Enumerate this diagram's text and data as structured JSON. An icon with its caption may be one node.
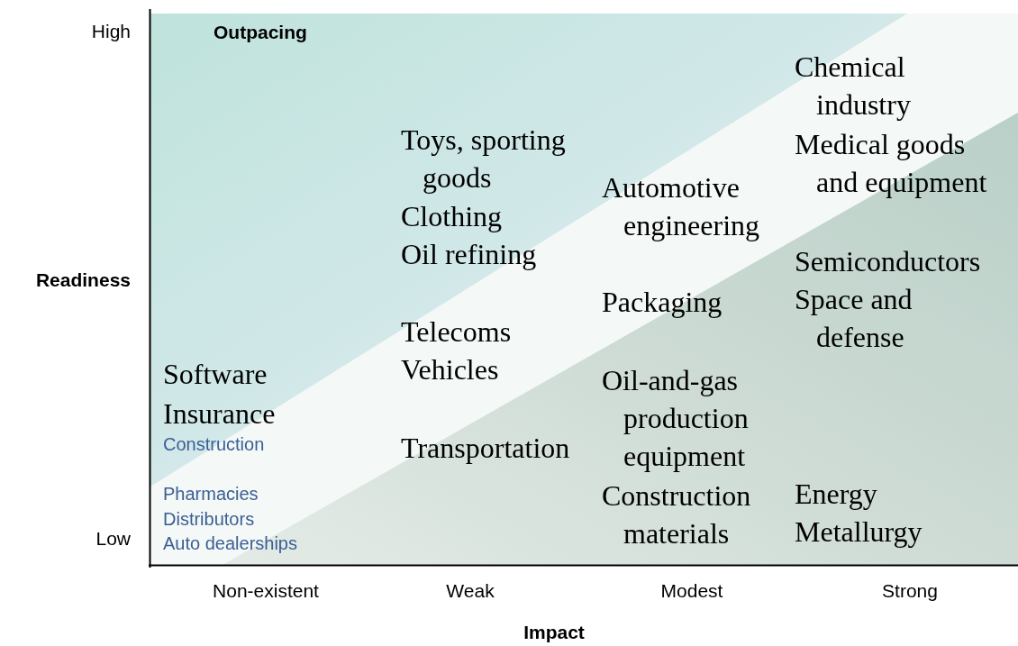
{
  "diagram": {
    "labels": [
      "High",
      "Readiness",
      "Low",
      "Outpacing",
      "Software",
      "Insurance",
      "Construction",
      "Pharmacies",
      "Distributors",
      "Auto dealerships",
      "Toys, sporting goods",
      "Clothing",
      "Oil refining",
      "Telecoms",
      "Vehicles",
      "Transportation",
      "Automotive engineering",
      "Packaging",
      "Oil-and-gas production equipment",
      "Construction materials",
      "Chemical industry",
      "Medical goods and equipment",
      "Semiconductors",
      "Space and defense",
      "Energy",
      "Metallurgy",
      "Non-existent",
      "Weak",
      "Modest",
      "Strong",
      "Impact"
    ]
  }
}
